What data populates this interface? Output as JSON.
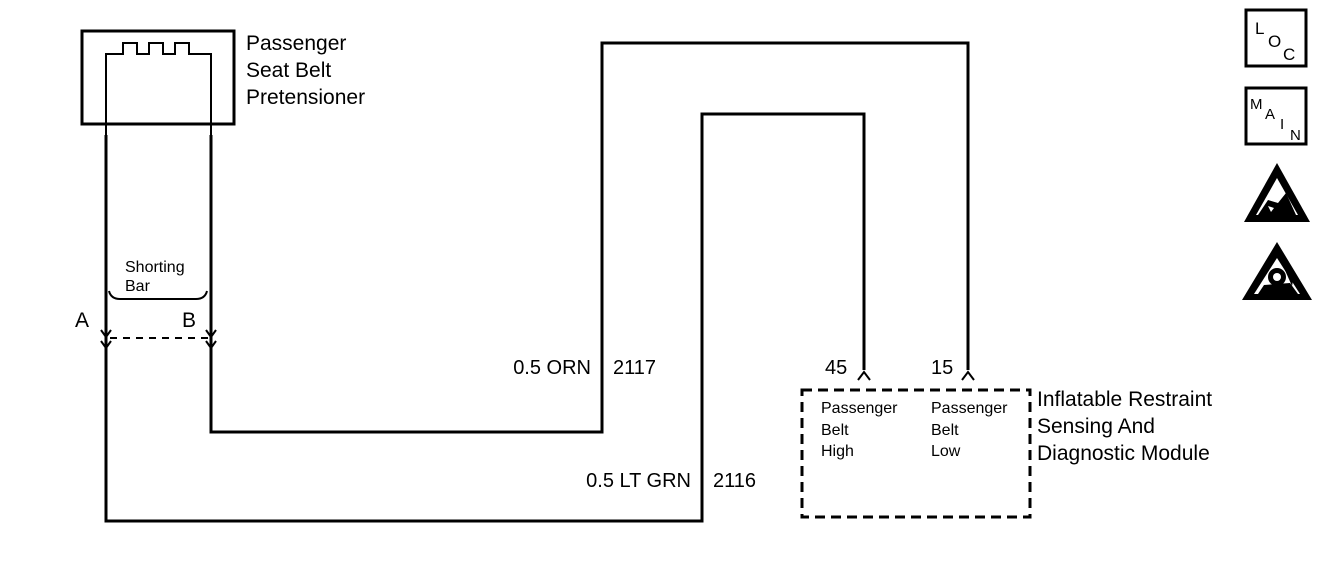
{
  "component": {
    "name_lines": [
      "Passenger",
      "Seat Belt",
      "Pretensioner"
    ]
  },
  "shorting_bar": {
    "label_lines": [
      "Shorting",
      "Bar"
    ],
    "terminal_a": "A",
    "terminal_b": "B"
  },
  "wires": [
    {
      "gauge_color": "0.5 ORN",
      "circuit": "2117"
    },
    {
      "gauge_color": "0.5 LT GRN",
      "circuit": "2116"
    }
  ],
  "module": {
    "name_lines": [
      "Inflatable Restraint",
      "Sensing And",
      "Diagnostic Module"
    ],
    "pins": [
      {
        "number": "45",
        "label_lines": [
          "Passenger",
          "Belt",
          "High"
        ]
      },
      {
        "number": "15",
        "label_lines": [
          "Passenger",
          "Belt",
          "Low"
        ]
      }
    ]
  },
  "icons": [
    {
      "name": "loc-icon",
      "letters": [
        "L",
        "O",
        "C"
      ]
    },
    {
      "name": "main-icon",
      "letters": [
        "M",
        "A",
        "I",
        "N"
      ]
    },
    {
      "name": "esd-warning-icon"
    },
    {
      "name": "esd-hand-warning-icon"
    }
  ]
}
